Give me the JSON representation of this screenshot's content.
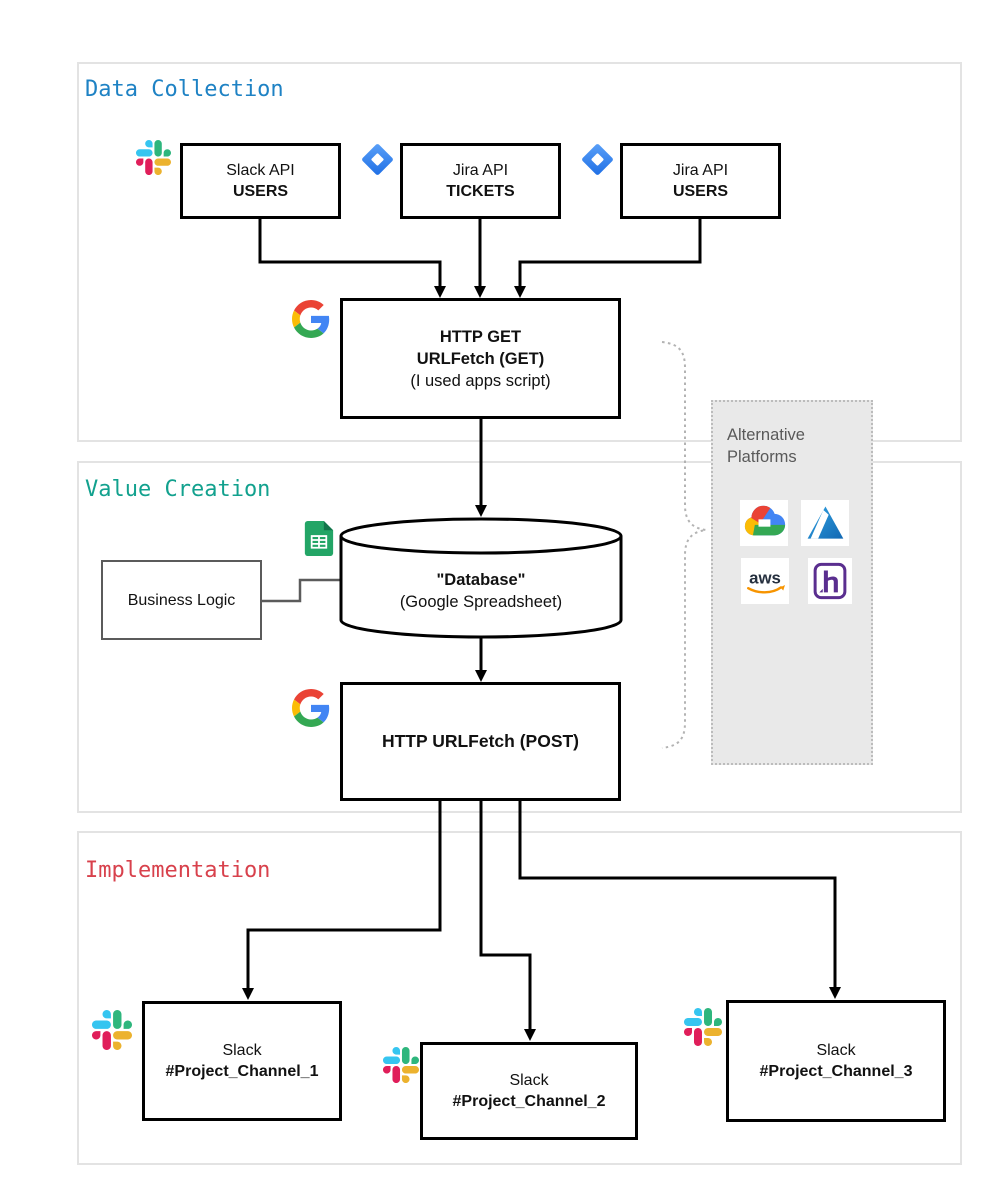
{
  "sections": {
    "data_collection": {
      "title": "Data Collection",
      "title_color": "#1e82c4"
    },
    "value_creation": {
      "title": "Value Creation",
      "title_color": "#12a18e"
    },
    "implementation": {
      "title": "Implementation",
      "title_color": "#d8414c"
    }
  },
  "nodes": {
    "slack_api_users": {
      "line1": "Slack API",
      "line2": "USERS",
      "icon": "slack-icon"
    },
    "jira_api_tickets": {
      "line1": "Jira API",
      "line2": "TICKETS",
      "icon": "jira-icon"
    },
    "jira_api_users": {
      "line1": "Jira API",
      "line2": "USERS",
      "icon": "jira-icon"
    },
    "http_get": {
      "line1": "HTTP GET",
      "line2": "URLFetch (GET)",
      "line3": "(I used apps script)",
      "icon": "google-icon"
    },
    "database": {
      "line1": "\"Database\"",
      "line2": "(Google Spreadsheet)",
      "icon": "google-sheets-icon"
    },
    "business_logic": {
      "label": "Business Logic"
    },
    "http_post": {
      "label": "HTTP URLFetch (POST)",
      "icon": "google-icon"
    },
    "slack_channel_1": {
      "line1": "Slack",
      "line2": "#Project_Channel_1",
      "icon": "slack-icon"
    },
    "slack_channel_2": {
      "line1": "Slack",
      "line2": "#Project_Channel_2",
      "icon": "slack-icon"
    },
    "slack_channel_3": {
      "line1": "Slack",
      "line2": "#Project_Channel_3",
      "icon": "slack-icon"
    }
  },
  "alternative_platforms": {
    "line1": "Alternative",
    "line2": "Platforms",
    "aws_label": "aws",
    "icons": [
      "google-cloud-icon",
      "azure-icon",
      "aws-icon",
      "heroku-icon"
    ]
  },
  "brand_colors": {
    "slack": [
      "#36C5F0",
      "#2EB67D",
      "#ECB22E",
      "#E01E5A"
    ],
    "jira_blue": "#2684FF",
    "google": [
      "#EA4335",
      "#4285F4",
      "#FBBC05",
      "#34A853"
    ],
    "sheets_green": "#23A566",
    "azure_blue": "#1f87d4",
    "aws_dark": "#252F3E",
    "aws_orange": "#F79400",
    "heroku_purple": "#5A2E8F"
  }
}
